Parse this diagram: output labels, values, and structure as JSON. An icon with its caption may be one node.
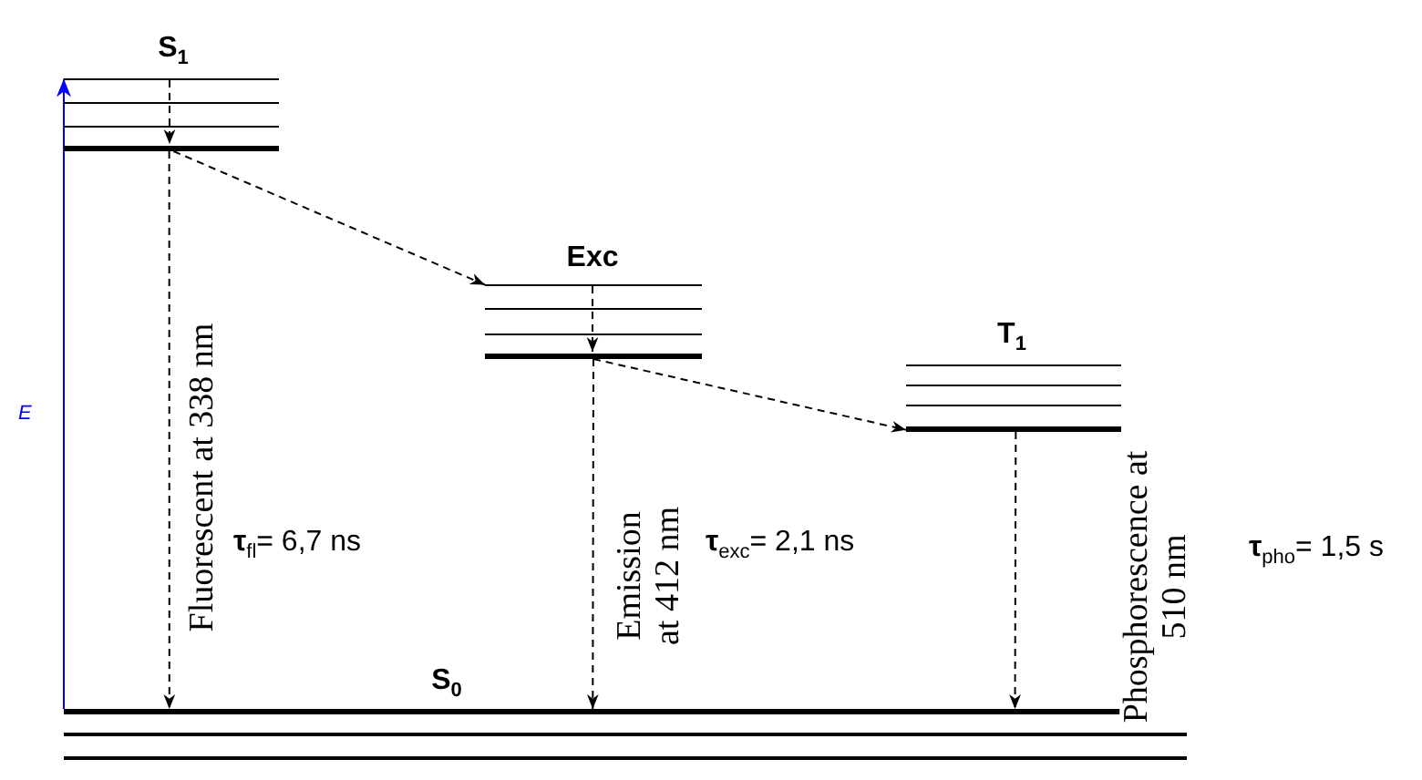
{
  "diagram": {
    "nodes": [
      {
        "text": [
          "S$_{1}$"
        ]
      },
      {
        "text": [
          "Exc"
        ]
      },
      {
        "text": [
          "T$_{1}$"
        ]
      },
      {
        "text": [
          "S$_{0}$"
        ]
      }
    ],
    "edges": [
      {
        "from": 0,
        "to": 1,
        "arrow": "to",
        "style": "dashed"
      },
      {
        "from": 1,
        "to": 2,
        "arrow": "to",
        "style": "dashed"
      },
      {
        "from": 0,
        "to": 3,
        "arrow": "to",
        "style": "dashed",
        "label": "Fluorescent at 338 nm"
      },
      {
        "from": 1,
        "to": 3,
        "arrow": "to",
        "style": "dashed",
        "label": "Emission at 412 nm"
      },
      {
        "from": 2,
        "to": 3,
        "arrow": "to",
        "style": "dashed",
        "label": "Phosphorescence at 510 nm"
      },
      {
        "from": 3,
        "to": 0,
        "arrow": "to",
        "color": "#0000ff"
      }
    ],
    "labels": [
      "E",
      "**τ**$_{fl}$= 6,7 ns",
      "**τ**$_{exc}$= 2,1 ns",
      "**τ**$_{pho}$= 1,5 s"
    ]
  }
}
